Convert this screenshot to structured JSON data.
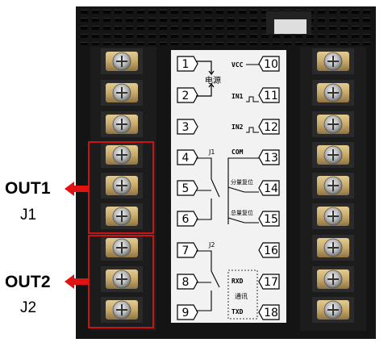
{
  "callouts": [
    {
      "output": "OUT1",
      "relay": "J1"
    },
    {
      "output": "OUT2",
      "relay": "J2"
    }
  ],
  "panel": {
    "terminals_left": [
      "1",
      "2",
      "3",
      "4",
      "5",
      "6",
      "7",
      "8",
      "9"
    ],
    "terminals_right": [
      "10",
      "11",
      "12",
      "13",
      "14",
      "15",
      "16",
      "17",
      "18"
    ],
    "power_label": "电源",
    "vcc_label": "VCC",
    "in1_label": "IN1",
    "in2_label": "IN2",
    "j1_label": "J1",
    "j2_label": "J2",
    "com_label": "COM",
    "partial_reset_label": "分量复位",
    "total_reset_label": "总量复位",
    "rxd_label": "RXD",
    "comm_label": "通讯",
    "txd_label": "TXD"
  },
  "colors": {
    "highlight": "#e01212",
    "panel": "#f2f2f2",
    "body": "#111111",
    "brass": "#c8aa6a"
  }
}
